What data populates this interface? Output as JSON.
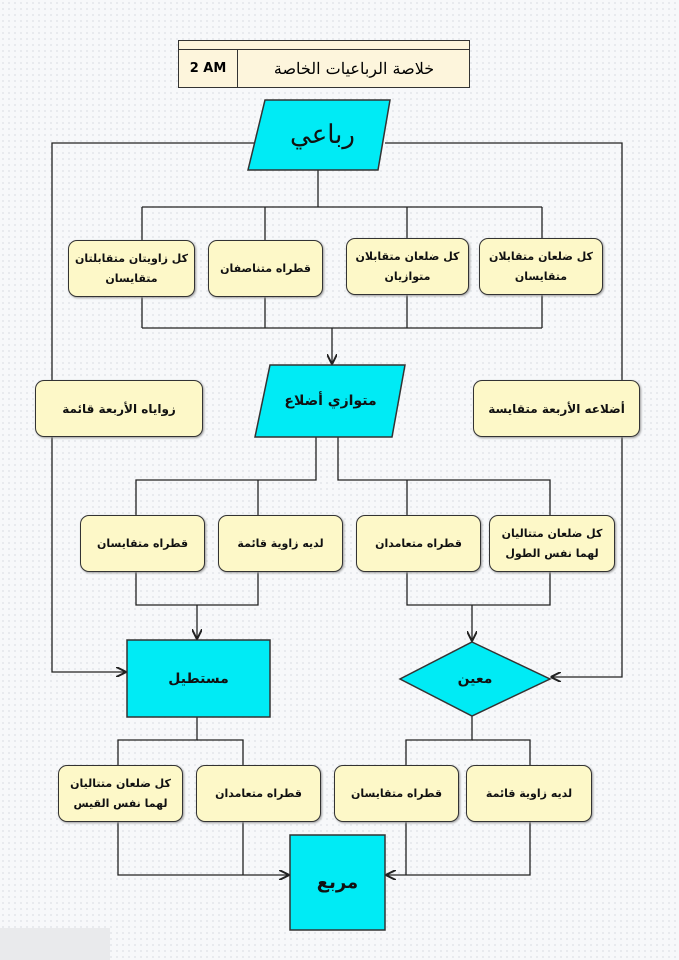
{
  "header": {
    "level": "2 AM",
    "title": "خلاصة الرباعيات الخاصة"
  },
  "nodes": {
    "quadrilateral": "رباعي",
    "parallelogram": "متوازي أضلاع",
    "rectangle": "مستطيل",
    "rhombus": "معين",
    "square": "مربع"
  },
  "row1": [
    "كل زاويتان متقابلتان متقايسان",
    "قطراه متناصفان",
    "كل ضلعان متقابلان متوازيان",
    "كل ضلعان متقابلان متقايسان"
  ],
  "side": {
    "left": "زواياه الأربعة قائمة",
    "right": "أضلاعه الأربعة متقايسة"
  },
  "row2": [
    "قطراه متقايسان",
    "لديه زاوية قائمة",
    "قطراه متعامدان",
    "كل ضلعان متتاليان لهما نفس الطول"
  ],
  "row3": [
    "كل ضلعان متتاليان لهما نفس القيس",
    "قطراه متعامدان",
    "قطراه متقايسان",
    "لديه زاوية قائمة"
  ],
  "colors": {
    "shape": "#00ebf5",
    "box": "#fdf8c8",
    "line": "#222222"
  }
}
